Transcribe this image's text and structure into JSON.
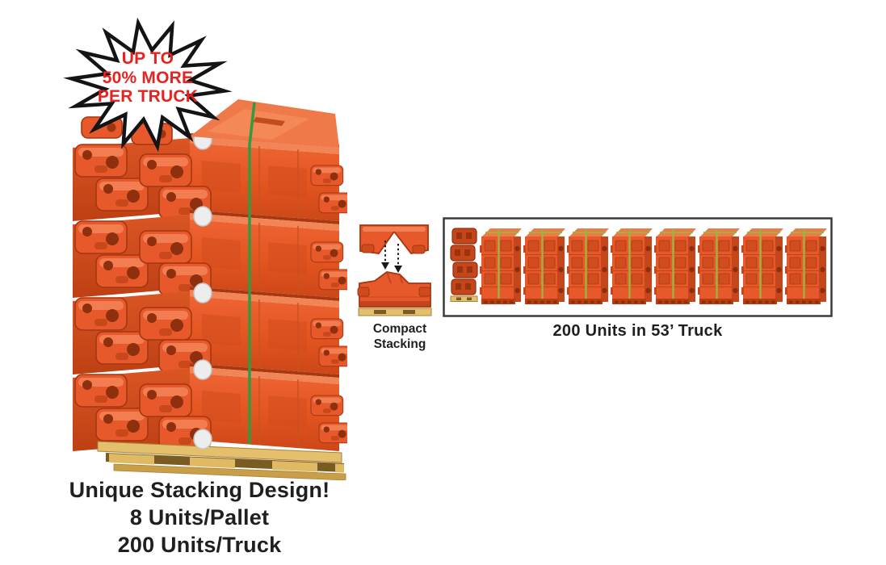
{
  "badge": {
    "lines": [
      "UP TO",
      "50% MORE",
      "PER TRUCK"
    ]
  },
  "pallet_caption": {
    "lines": [
      "Unique Stacking Design!",
      "8 Units/Pallet",
      "200 Units/Truck"
    ]
  },
  "compact_label": {
    "lines": [
      "Compact",
      "Stacking"
    ]
  },
  "truck_caption": {
    "text": "200 Units in 53’ Truck"
  },
  "colors": {
    "background": "#ffffff",
    "orange": "#e7592b",
    "orange_dark": "#c4461b",
    "orange_deep": "#9c330e",
    "orange_light": "#f0794a",
    "orange_ledge": "#f28556",
    "strap_green": "#2e9c3f",
    "strap_light": "#9ab43e",
    "pallet": "#e4bf6c",
    "pallet_dark": "#b9913f",
    "badge_red": "#e52321",
    "ink": "#1f1f1f",
    "box_border": "#3a3a3a"
  },
  "icons": {
    "starburst_badge": "✹",
    "down_arrow": "▼"
  }
}
